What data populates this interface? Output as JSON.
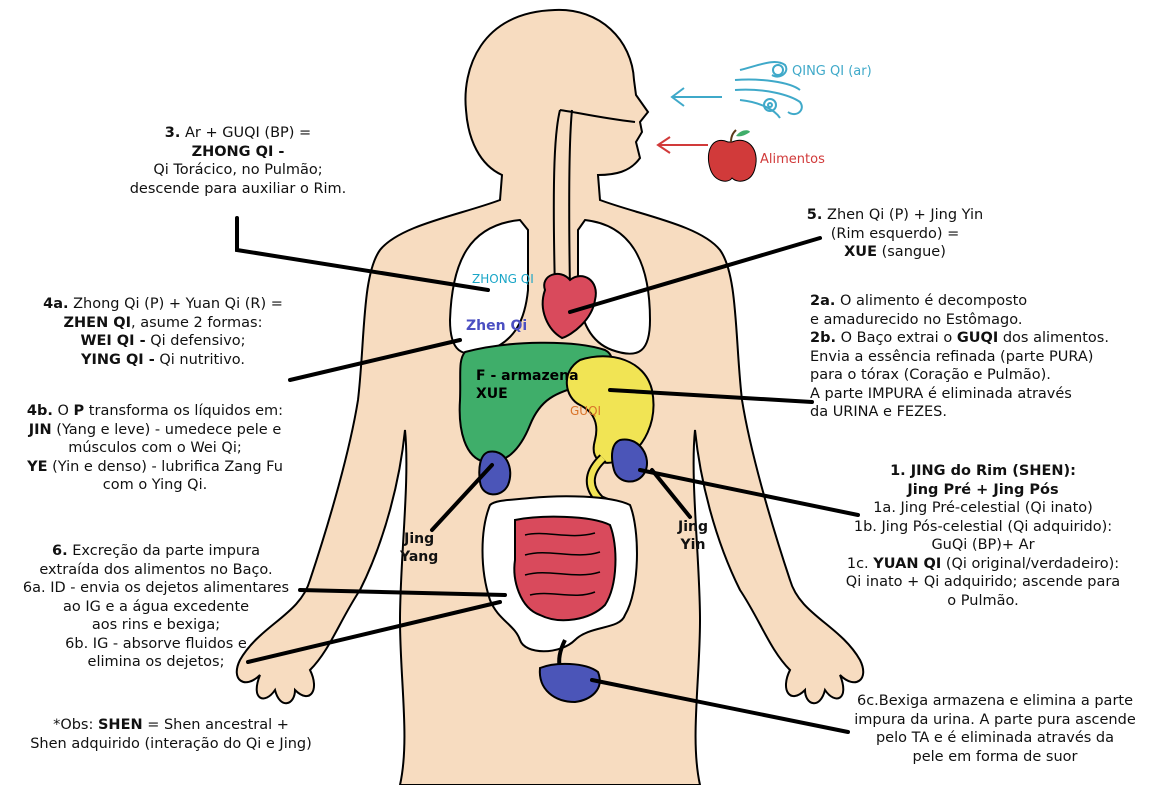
{
  "colors": {
    "skin": "#f7dcc0",
    "outline": "#000000",
    "lungs": "#ffffff",
    "heart": "#d94a5c",
    "liver": "#3fae6a",
    "stomach": "#f1e454",
    "kidney": "#4b55b8",
    "intestine": "#d94a5c",
    "bladder": "#4b55b8",
    "qing_qi": "#3fa9c9",
    "alimentos": "#d13a3a",
    "zhong_qi_label": "#1aa6c7",
    "zhen_qi_label": "#4b4fc2",
    "guqi_label": "#d9742a"
  },
  "icons": [
    "wind-swirl-icon",
    "apple-icon",
    "arrow-left-icon"
  ],
  "labels": {
    "qing_qi": "QING QI (ar)",
    "alimentos": "Alimentos",
    "zhong_qi": "ZHONG QI",
    "zhen_qi": "Zhen Qi",
    "liver_1": "F - armazena",
    "liver_2": "XUE",
    "guqi": "GUQI",
    "jing_yang_1": "Jing",
    "jing_yang_2": "Yang",
    "jing_yin_1": "Jing",
    "jing_yin_2": "Yin"
  },
  "annotations": {
    "a3": {
      "num": "3.",
      "l1": " Ar + GUQI (BP) =",
      "l2": "ZHONG QI -",
      "l3": "Qi Torácico, no Pulmão;",
      "l4": "descende para auxiliar o Rim."
    },
    "a5": {
      "num": "5.",
      "l1": " Zhen Qi (P) + Jing Yin",
      "l2": "(Rim esquerdo) =",
      "l3b": "XUE",
      "l3": " (sangue)"
    },
    "a4a": {
      "num": "4a.",
      "l1": " Zhong Qi (P) + Yuan Qi (R) =",
      "l2b": "ZHEN QI",
      "l2": ", asume 2 formas:",
      "l3b": "WEI QI -",
      "l3": " Qi defensivo;",
      "l4b": "YING QI -",
      "l4": " Qi nutritivo."
    },
    "a2": {
      "num2a": "2a.",
      "l1": " O alimento é decomposto",
      "l2": "e amadurecido no Estômago.",
      "num2b": "2b.",
      "l3a": " O Baço extrai o ",
      "l3b": "GUQI",
      "l3c": " dos alimentos.",
      "l4": "Envia a essência refinada (parte PURA)",
      "l5": "para o tórax (Coração e Pulmão).",
      "l6": "A parte IMPURA é eliminada através",
      "l7": "da URINA e FEZES."
    },
    "a4b": {
      "num": "4b.",
      "l1a": " O ",
      "l1b": "P",
      "l1c": " transforma os líquidos em:",
      "l2b": "JIN",
      "l2": " (Yang e leve) - umedece pele e",
      "l3": "músculos com o Wei Qi;",
      "l4b": "YE",
      "l4": " (Yin e denso) - lubrifica Zang Fu",
      "l5": "com o Ying Qi."
    },
    "a1": {
      "l1": "1. JING do Rim (SHEN):",
      "l2": "Jing Pré + Jing Pós",
      "l3": "1a. Jing Pré-celestial (Qi inato)",
      "l4": "1b. Jing Pós-celestial (Qi adquirido):",
      "l5": "GuQi (BP)+ Ar",
      "l6a": "1c. ",
      "l6b": "YUAN QI",
      "l6c": " (Qi original/verdadeiro):",
      "l7": "Qi inato + Qi adquirido; ascende para",
      "l8": "o Pulmão."
    },
    "a6": {
      "num": "6.",
      "l1": " Excreção da parte impura",
      "l2": "extraída dos alimentos no Baço.",
      "l3": "6a. ID - envia os dejetos alimentares",
      "l4": "ao IG e a água excedente",
      "l5": "aos rins e bexiga;",
      "l6": "6b. IG - absorve fluidos e",
      "l7": "elimina os dejetos;"
    },
    "obs": {
      "l1a": "*Obs: ",
      "l1b": "SHEN",
      "l1c": " = Shen ancestral +",
      "l2": "Shen adquirido (interação do Qi e Jing)"
    },
    "a6c": {
      "l1": "6c.Bexiga armazena e elimina a parte",
      "l2": "impura da urina. A parte pura ascende",
      "l3": "pelo TA e é eliminada através da",
      "l4": "pele em forma de suor"
    }
  }
}
